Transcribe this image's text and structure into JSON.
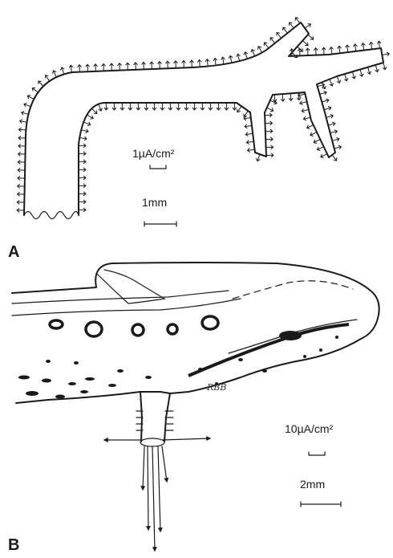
{
  "panel_a": {
    "label": "A",
    "current_scale_label": "1µA/cm²",
    "length_scale_label": "1mm"
  },
  "panel_b": {
    "label": "B",
    "current_scale_label": "10µA/cm²",
    "length_scale_label": "2mm",
    "signature": "RBB"
  }
}
